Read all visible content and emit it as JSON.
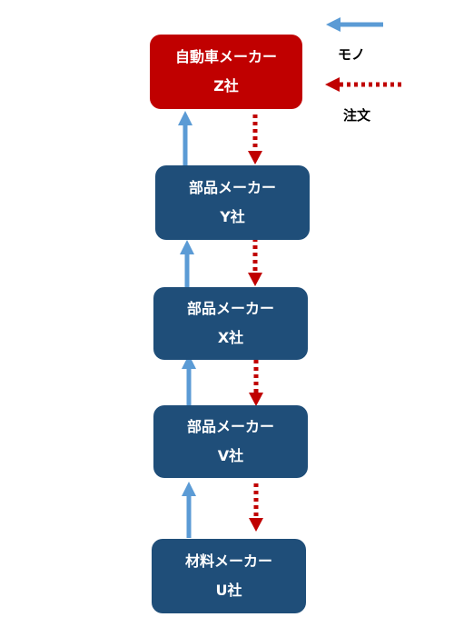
{
  "makers": [
    {
      "line1": "自動車メーカー",
      "line2": "Z社"
    },
    {
      "line1": "部品メーカー",
      "line2": "Y社"
    },
    {
      "line1": "部品メーカー",
      "line2": "X社"
    },
    {
      "line1": "部品メーカー",
      "line2": "V社"
    },
    {
      "line1": "材料メーカー",
      "line2": "U社"
    }
  ],
  "legend": {
    "goods_label": "モノ",
    "order_label": "注文"
  },
  "colors": {
    "automaker": "#c00000",
    "supplier": "#1f4e79",
    "goods_arrow": "#5b9bd5",
    "order_arrow": "#c00000"
  }
}
